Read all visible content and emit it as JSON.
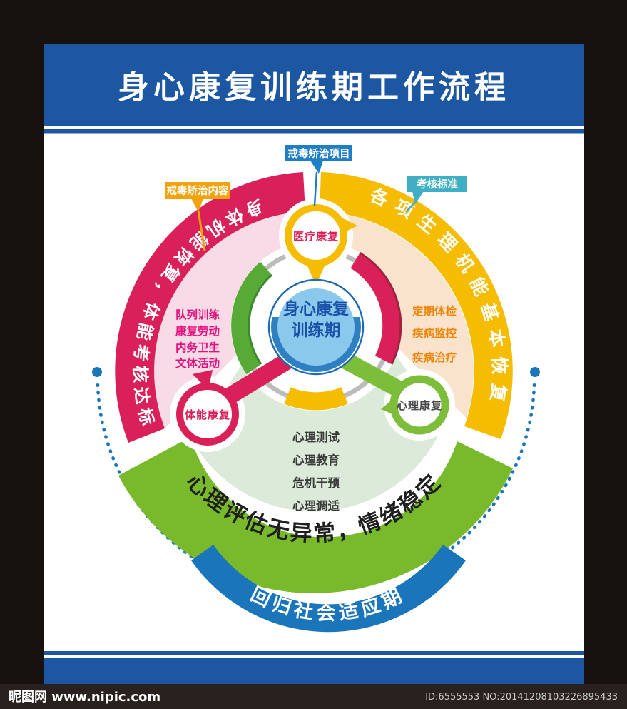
{
  "header": {
    "title": "身心康复训练期工作流程"
  },
  "callouts": {
    "content": "戒毒矫治内容",
    "project": "戒毒矫治项目",
    "standard": "考核标准"
  },
  "center": {
    "line1": "身心康复",
    "line2": "训练期"
  },
  "nodes": {
    "medical": "医疗康复",
    "physical": "体能康复",
    "psychological": "心理康复"
  },
  "arc_texts": {
    "left": "身体机能恢复，体能考核达标",
    "right": "各项生理机能基本恢复",
    "bottom": "心理评估无异常，情绪稳定",
    "return": "回归社会适应期"
  },
  "lists": {
    "physical": [
      "队列训练",
      "康复劳动",
      "内务卫生",
      "文体活动"
    ],
    "medical": [
      "定期体检",
      "疾病监控",
      "疾病治疗"
    ],
    "psychological": [
      "心理测试",
      "心理教育",
      "危机干预",
      "心理调适"
    ]
  },
  "footer": {
    "site": "昵图网 www.nipic.com",
    "meta": "ID:6555553 NO:20141208103226895433"
  },
  "colors": {
    "header_blue": "#1d57a2",
    "crimson": "#d92058",
    "yellow": "#f6bc00",
    "green": "#79ba2d",
    "mid_green": "#57aa35",
    "pale_pink": "#f8dbe7",
    "pale_orange": "#fae3cd",
    "pale_green": "#dceada",
    "hub_light_blue": "#8ac8ec",
    "hub_dark_blue": "#2e80c2",
    "hub_ring_blue": "#1d6cb5",
    "dot_blue": "#1b75bb",
    "label_orange": "#f2a30b",
    "label_blue": "#1e7fc5",
    "label_teal": "#3eafc5",
    "magenta_text": "#e5127d",
    "orange_text": "#ef8505",
    "footer_bg": "#29211e"
  }
}
